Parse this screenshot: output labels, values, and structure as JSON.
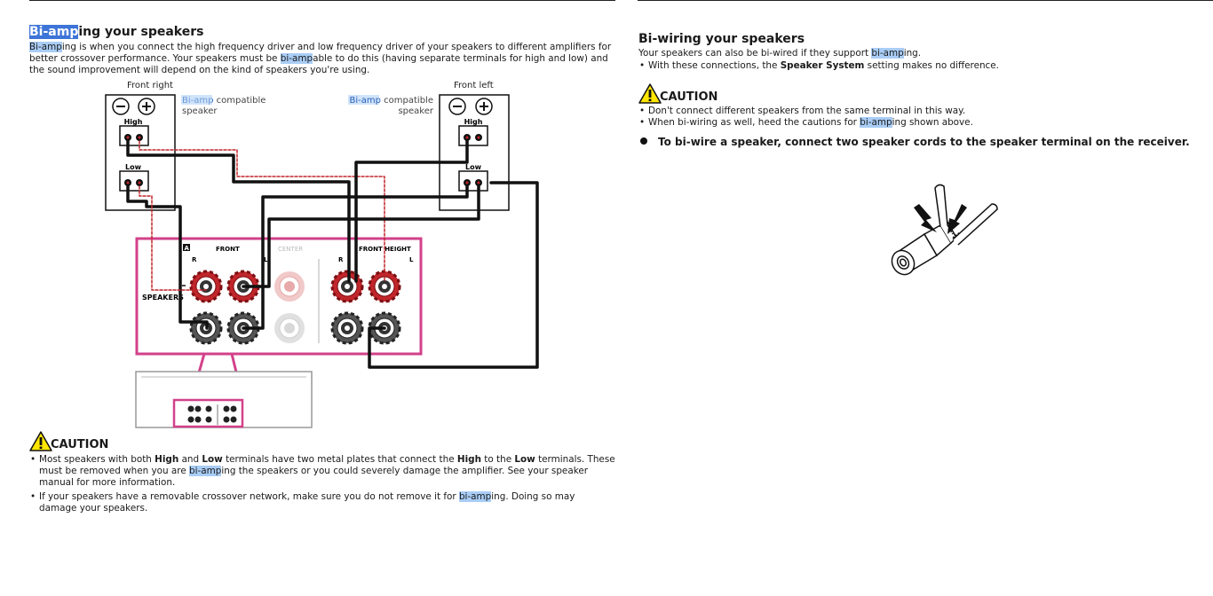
{
  "left": {
    "heading": {
      "hl": "Bi-amp",
      "rest": "ing your speakers"
    },
    "intro": {
      "s1": "Bi-amp",
      "s2": "ing is when you connect the high frequency driver and low frequency driver of your speakers to different amplifiers for better crossover performance. Your speakers must be ",
      "s3": "bi-amp",
      "s4": "able to do this (having separate terminals for high and low) and the sound improvement will depend on the kind of speakers you're using."
    },
    "diagram": {
      "front_right": "Front right",
      "front_left": "Front left",
      "compat_hl": "Bi-amp",
      "compat_rest": " compatible",
      "speaker": "speaker",
      "high": "High",
      "low": "Low",
      "marker_a": "A",
      "front": "FRONT",
      "center": "CENTER",
      "front_height": "FRONT HEIGHT",
      "r": "R",
      "l": "L",
      "speakers": "SPEAKERS"
    },
    "caution": {
      "label": "CAUTION",
      "item1": {
        "a": "Most speakers with both ",
        "b": "High",
        "c": " and ",
        "d": "Low",
        "e": " terminals have two metal plates that connect the ",
        "f": "High",
        "g": " to the ",
        "h": "Low",
        "i": " terminals. These must be removed when you are ",
        "j": "bi-amp",
        "k": "ing the speakers or you could severely damage the amplifier. See your speaker manual for more information."
      },
      "item2": {
        "a": "If your speakers have a removable crossover network, make sure you do not remove it for ",
        "b": "bi-amp",
        "c": "ing. Doing so may damage your speakers."
      }
    }
  },
  "right": {
    "heading": "Bi-wiring your speakers",
    "intro": {
      "a": "Your speakers can also be bi-wired if they support ",
      "b": "bi-amp",
      "c": "ing."
    },
    "bullet": {
      "a": "With these connections, the ",
      "b": "Speaker System",
      "c": " setting makes no difference."
    },
    "caution": {
      "label": "CAUTION",
      "item1": "Don't connect different speakers from the same terminal in this way.",
      "item2": {
        "a": "When bi-wiring as well, heed the cautions for ",
        "b": "bi-amp",
        "c": "ing shown above."
      }
    },
    "step": "To bi-wire a speaker, connect two speaker cords to the speaker terminal on the receiver."
  },
  "colors": {
    "highlight": "#a9cdf6",
    "highlight_strong": "#3d74d8",
    "callout": "#d2418a",
    "terminal_red": "#c0262b",
    "caution_yellow": "#ffe600"
  }
}
